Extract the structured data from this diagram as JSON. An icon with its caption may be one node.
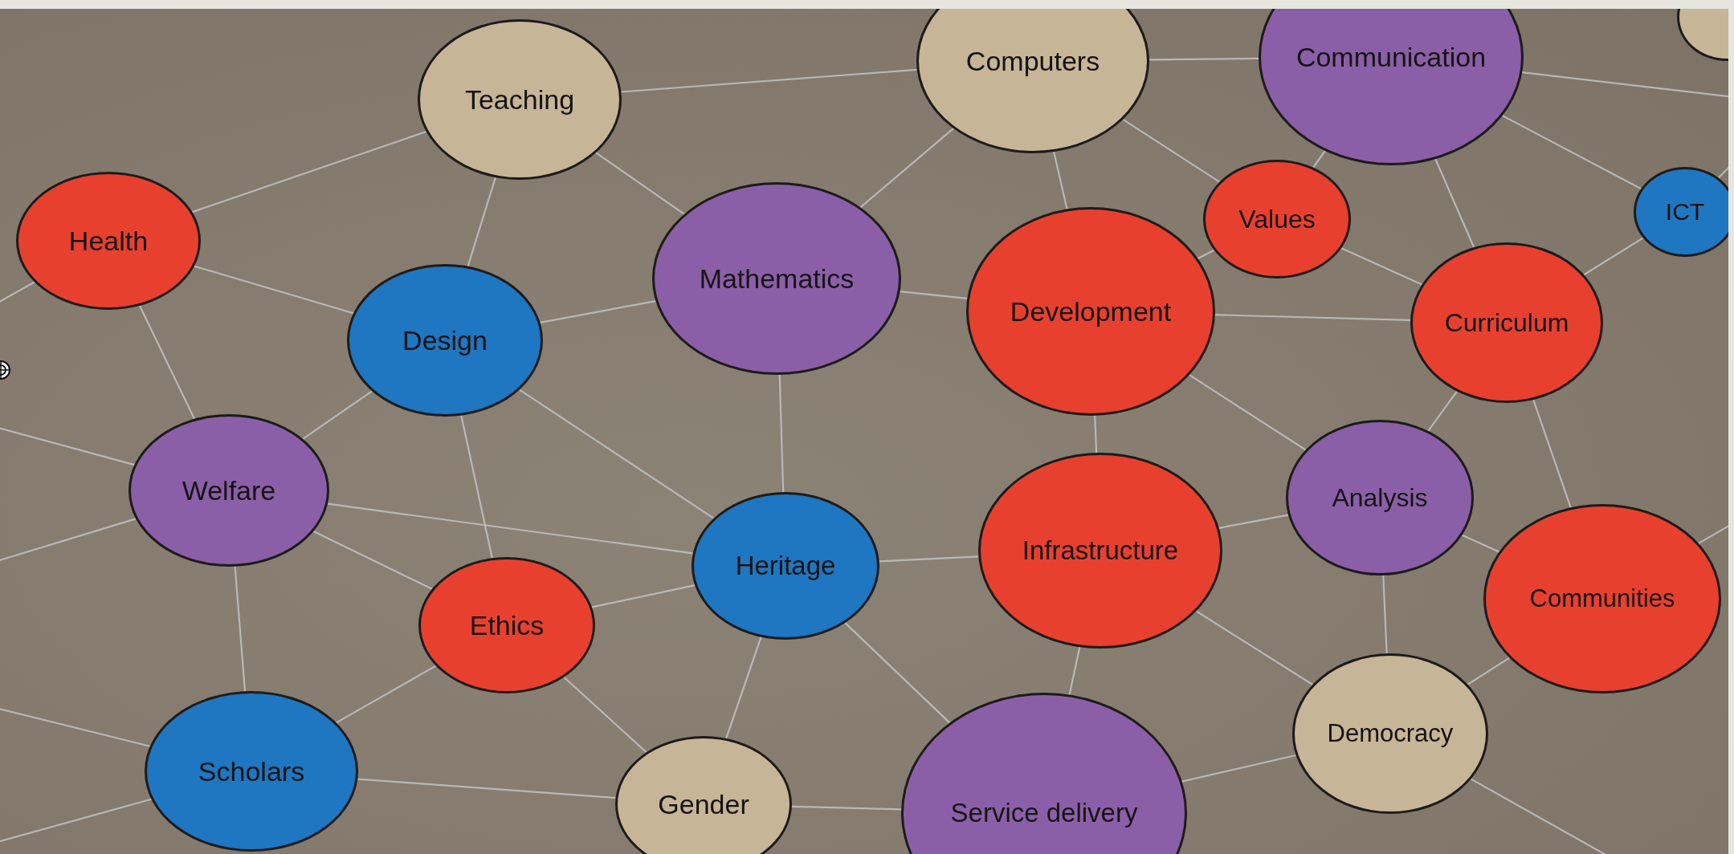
{
  "diagram": {
    "nodes": [
      {
        "text": [
          "Teaching"
        ]
      },
      {
        "text": [
          "Computers"
        ]
      },
      {
        "text": [
          "Communication"
        ]
      },
      {
        "text": [],
        "shape": "circle"
      },
      {
        "text": [
          "Health"
        ]
      },
      {
        "text": [
          "Values"
        ]
      },
      {
        "text": [
          "ICT"
        ]
      },
      {
        "text": [
          "Mathematics"
        ]
      },
      {
        "text": [
          "Development"
        ]
      },
      {
        "text": [
          "Curriculum"
        ]
      },
      {
        "text": [
          "Design"
        ]
      },
      {
        "text": [
          "Welfare"
        ]
      },
      {
        "text": [
          "Analysis"
        ]
      },
      {
        "text": [
          "Heritage"
        ]
      },
      {
        "text": [
          "Infrastructure"
        ]
      },
      {
        "text": [
          "Communities"
        ]
      },
      {
        "text": [
          "Ethics"
        ]
      },
      {
        "text": [
          "Democracy"
        ]
      },
      {
        "text": [
          "Scholars"
        ]
      },
      {
        "text": [
          "Gender"
        ]
      },
      {
        "text": [
          "Service delivery"
        ]
      }
    ],
    "edges": [
      {
        "from": 0,
        "to": 4,
        "arrow": "none"
      },
      {
        "from": 0,
        "to": 10,
        "arrow": "none"
      },
      {
        "from": 0,
        "to": 7,
        "arrow": "none"
      },
      {
        "from": 0,
        "to": 1,
        "arrow": "none"
      },
      {
        "from": 4,
        "to": 10,
        "arrow": "none"
      },
      {
        "from": 4,
        "to": 11,
        "arrow": "none"
      },
      {
        "from": 10,
        "to": 7,
        "arrow": "none"
      },
      {
        "from": 10,
        "to": 11,
        "arrow": "none"
      },
      {
        "from": 10,
        "to": 13,
        "arrow": "none"
      },
      {
        "from": 10,
        "to": 16,
        "arrow": "none"
      },
      {
        "from": 7,
        "to": 13,
        "arrow": "none"
      },
      {
        "from": 7,
        "to": 1,
        "arrow": "none"
      },
      {
        "from": 7,
        "to": 8,
        "arrow": "none"
      },
      {
        "from": 1,
        "to": 8,
        "arrow": "none"
      },
      {
        "from": 1,
        "to": 2,
        "arrow": "none"
      },
      {
        "from": 1,
        "to": 5,
        "arrow": "none"
      },
      {
        "from": 2,
        "to": 5,
        "arrow": "none"
      },
      {
        "from": 2,
        "to": 9,
        "arrow": "none"
      },
      {
        "from": 2,
        "to": 6,
        "arrow": "none"
      },
      {
        "from": 5,
        "to": 8,
        "arrow": "none"
      },
      {
        "from": 5,
        "to": 9,
        "arrow": "none"
      },
      {
        "from": 8,
        "to": 9,
        "arrow": "none"
      },
      {
        "from": 8,
        "to": 14,
        "arrow": "none"
      },
      {
        "from": 8,
        "to": 12,
        "arrow": "none"
      },
      {
        "from": 9,
        "to": 6,
        "arrow": "none"
      },
      {
        "from": 9,
        "to": 12,
        "arrow": "none"
      },
      {
        "from": 9,
        "to": 15,
        "arrow": "none"
      },
      {
        "from": 11,
        "to": 16,
        "arrow": "none"
      },
      {
        "from": 11,
        "to": 13,
        "arrow": "none"
      },
      {
        "from": 11,
        "to": 18,
        "arrow": "none"
      },
      {
        "from": 16,
        "to": 13,
        "arrow": "none"
      },
      {
        "from": 16,
        "to": 18,
        "arrow": "none"
      },
      {
        "from": 16,
        "to": 19,
        "arrow": "none"
      },
      {
        "from": 13,
        "to": 14,
        "arrow": "none"
      },
      {
        "from": 13,
        "to": 19,
        "arrow": "none"
      },
      {
        "from": 13,
        "to": 20,
        "arrow": "none"
      },
      {
        "from": 14,
        "to": 12,
        "arrow": "none"
      },
      {
        "from": 14,
        "to": 17,
        "arrow": "none"
      },
      {
        "from": 14,
        "to": 20,
        "arrow": "none"
      },
      {
        "from": 12,
        "to": 17,
        "arrow": "none"
      },
      {
        "from": 12,
        "to": 15,
        "arrow": "none"
      },
      {
        "from": 17,
        "to": 15,
        "arrow": "none"
      },
      {
        "from": 17,
        "to": 20,
        "arrow": "none"
      },
      {
        "from": 18,
        "to": 19,
        "arrow": "none"
      },
      {
        "from": 19,
        "to": 20,
        "arrow": "none"
      },
      {
        "from": 4,
        "to": null,
        "arrow": "none"
      },
      {
        "from": 11,
        "to": null,
        "arrow": "none"
      },
      {
        "from": 11,
        "to": null,
        "arrow": "none"
      },
      {
        "from": 18,
        "to": null,
        "arrow": "none"
      },
      {
        "from": 18,
        "to": null,
        "arrow": "none"
      },
      {
        "from": 2,
        "to": null,
        "arrow": "none"
      },
      {
        "from": 6,
        "to": null,
        "arrow": "none"
      },
      {
        "from": 15,
        "to": null,
        "arrow": "none"
      },
      {
        "from": 17,
        "to": null,
        "arrow": "none"
      }
    ]
  }
}
